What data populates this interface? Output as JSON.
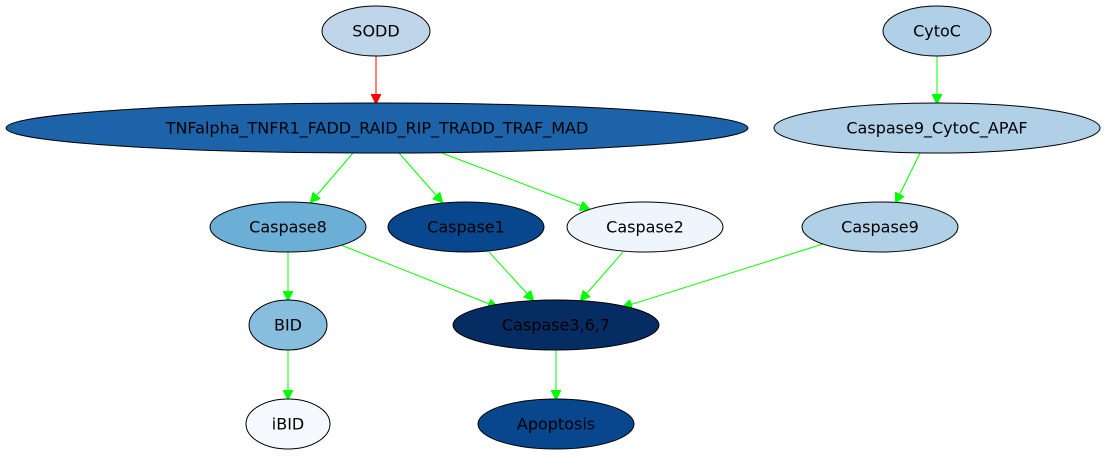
{
  "colors": {
    "activating_edge": "#00ff00",
    "inhibiting_edge": "#ff0000",
    "node_stroke": "#000000"
  },
  "nodes": {
    "sodd": {
      "label": "SODD",
      "fill": "#bed5ea"
    },
    "tnf": {
      "label": "TNFalpha_TNFR1_FADD_RAID_RIP_TRADD_TRAF_MAD",
      "fill": "#1c63a9"
    },
    "cytoc": {
      "label": "CytoC",
      "fill": "#afd0e6"
    },
    "casp9cyto": {
      "label": "Caspase9_CytoC_APAF",
      "fill": "#afd0e6"
    },
    "casp8": {
      "label": "Caspase8",
      "fill": "#6baed6"
    },
    "casp1": {
      "label": "Caspase1",
      "fill": "#08468e"
    },
    "casp2": {
      "label": "Caspase2",
      "fill": "#eef5fc"
    },
    "casp9": {
      "label": "Caspase9",
      "fill": "#afd0e6"
    },
    "bid": {
      "label": "BID",
      "fill": "#88bedd"
    },
    "casp367": {
      "label": "Caspase3,6,7",
      "fill": "#062c64"
    },
    "ibid": {
      "label": "iBID",
      "fill": "#f6faff"
    },
    "apoptosis": {
      "label": "Apoptosis",
      "fill": "#08468e"
    }
  },
  "edges": [
    {
      "from": "sodd",
      "to": "tnf",
      "type": "inhibiting"
    },
    {
      "from": "cytoc",
      "to": "casp9cyto",
      "type": "activating"
    },
    {
      "from": "tnf",
      "to": "casp8",
      "type": "activating"
    },
    {
      "from": "tnf",
      "to": "casp1",
      "type": "activating"
    },
    {
      "from": "tnf",
      "to": "casp2",
      "type": "activating"
    },
    {
      "from": "casp9cyto",
      "to": "casp9",
      "type": "activating"
    },
    {
      "from": "casp8",
      "to": "bid",
      "type": "activating"
    },
    {
      "from": "casp8",
      "to": "casp367",
      "type": "activating"
    },
    {
      "from": "casp1",
      "to": "casp367",
      "type": "activating"
    },
    {
      "from": "casp2",
      "to": "casp367",
      "type": "activating"
    },
    {
      "from": "casp9",
      "to": "casp367",
      "type": "activating"
    },
    {
      "from": "bid",
      "to": "ibid",
      "type": "activating"
    },
    {
      "from": "casp367",
      "to": "apoptosis",
      "type": "activating"
    }
  ]
}
